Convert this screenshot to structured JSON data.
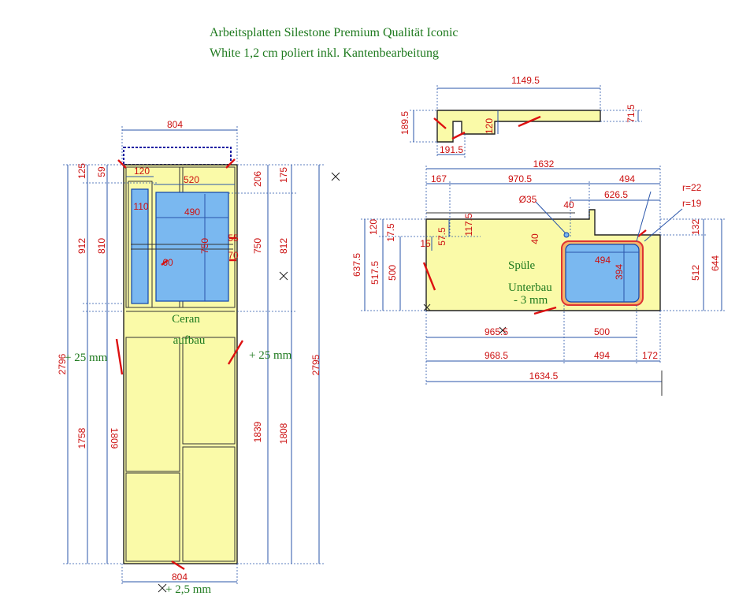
{
  "title": {
    "line1": "Arbeitsplatten Silestone Premium Qualität Iconic",
    "line2": "White 1,2 cm poliert inkl. Kantenbearbeitung"
  },
  "left_plate": {
    "notes": {
      "ceran1": "Ceran",
      "ceran2": "aufbau",
      "tol_left": "+ 25 mm",
      "tol_right": "+ 25 mm",
      "tol_bottom": "+ 2,5 mm"
    },
    "dims": {
      "top_width": "804",
      "bottom_width": "804",
      "d120": "120",
      "d520": "520",
      "d490": "490",
      "d110": "110",
      "d750a": "750",
      "d60": "60",
      "d55": "55",
      "d70": "70",
      "d125": "125",
      "d59": "59",
      "d912": "912",
      "d810": "810",
      "d2796": "2796",
      "d1758": "1758",
      "d1809": "1809",
      "d206": "206",
      "d175": "175",
      "d750b": "750",
      "d812": "812",
      "d1839": "1839",
      "d1808": "1808",
      "d2795": "2795"
    }
  },
  "right_plate": {
    "notes": {
      "spuele": "Spüle",
      "unterbau1": "Unterbau",
      "unterbau2": "- 3 mm"
    },
    "dims": {
      "d1149": "1149.5",
      "d189": "189.5",
      "d191": "191.5",
      "d120s": "120",
      "d71": "71.5",
      "d1632": "1632",
      "d167": "167",
      "d970": "970.5",
      "d494t": "494",
      "d626": "626.5",
      "r22": "r=22",
      "r19": "r=19",
      "dia35": "Ø35",
      "d40a": "40",
      "d40b": "40",
      "d120l": "120",
      "d17": "17.5",
      "d117": "117.5",
      "d57": "57.5",
      "d15": "15",
      "d637": "637.5",
      "d517": "517.5",
      "d500l": "500",
      "d494s": "494",
      "d394": "394",
      "d132": "132",
      "d512": "512",
      "d644": "644",
      "d965": "965.5",
      "d500b": "500",
      "d968": "968.5",
      "d494b": "494",
      "d172": "172",
      "d1634": "1634.5"
    }
  },
  "colors": {
    "plate": "#fafaa8",
    "cutout": "#7ab8f0",
    "dimension_text": "#cc1111",
    "dimension_line": "#2a55aa",
    "note_text": "#1f7a1f"
  }
}
